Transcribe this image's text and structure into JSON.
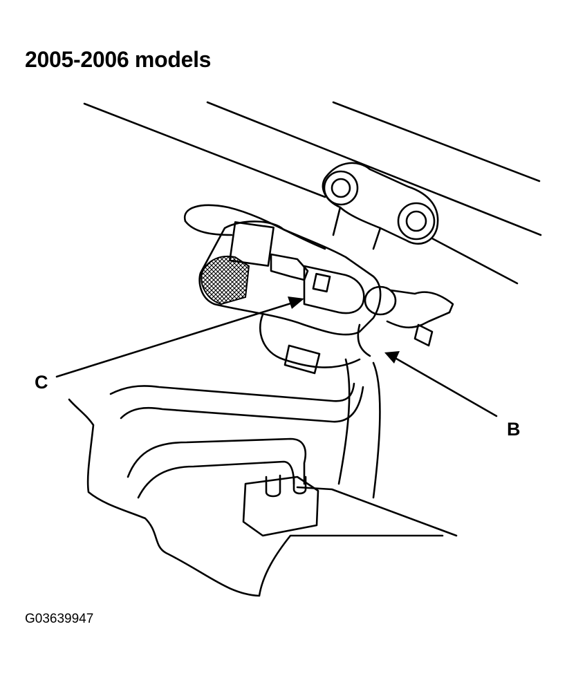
{
  "title": "2005-2006 models",
  "figure_id": "G03639947",
  "callouts": {
    "c": "C",
    "b": "B"
  },
  "colors": {
    "ink": "#000000",
    "paper": "#ffffff"
  }
}
